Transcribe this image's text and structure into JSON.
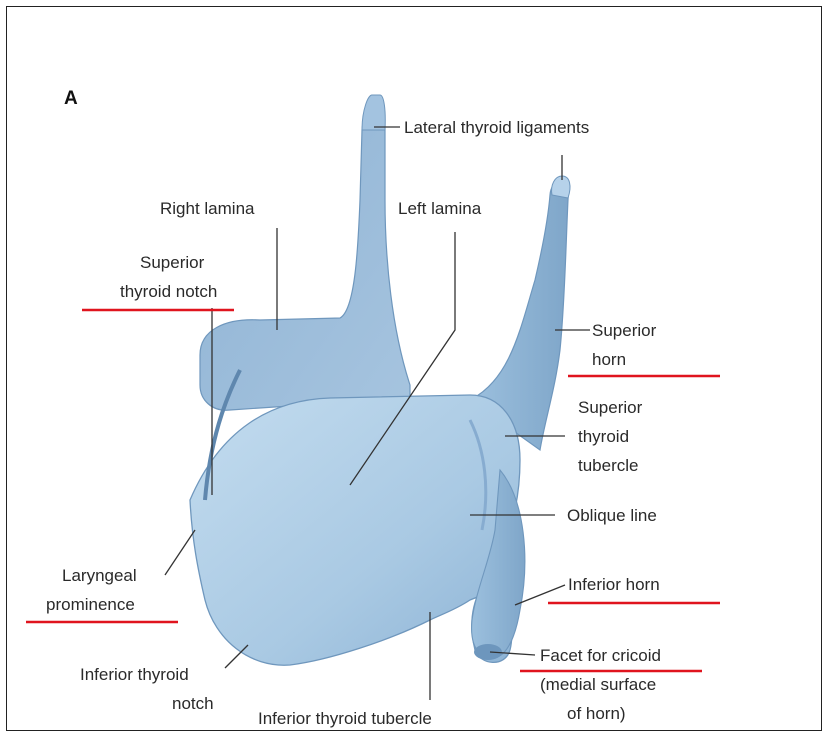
{
  "figure": {
    "panel_letter": "A",
    "labels": {
      "lateral_thyroid_ligaments": "Lateral thyroid ligaments",
      "right_lamina": "Right lamina",
      "left_lamina": "Left lamina",
      "superior_thyroid_notch_1": "Superior",
      "superior_thyroid_notch_2": "thyroid notch",
      "superior_horn_1": "Superior",
      "superior_horn_2": "horn",
      "superior_thyroid_tubercle_1": "Superior",
      "superior_thyroid_tubercle_2": "thyroid",
      "superior_thyroid_tubercle_3": "tubercle",
      "oblique_line": "Oblique line",
      "laryngeal_prominence_1": "Laryngeal",
      "laryngeal_prominence_2": "prominence",
      "inferior_horn": "Inferior horn",
      "facet_for_cricoid_1": "Facet for cricoid",
      "facet_for_cricoid_2": "(medial surface",
      "facet_for_cricoid_3": "of horn)",
      "inferior_thyroid_notch_1": "Inferior thyroid",
      "inferior_thyroid_notch_2": "notch",
      "inferior_thyroid_tubercle": "Inferior thyroid tubercle"
    },
    "colors": {
      "cartilage_fill": "#a9c9e3",
      "cartilage_shadow": "#7fa6c9",
      "highlight_underline": "#e0141e"
    }
  }
}
